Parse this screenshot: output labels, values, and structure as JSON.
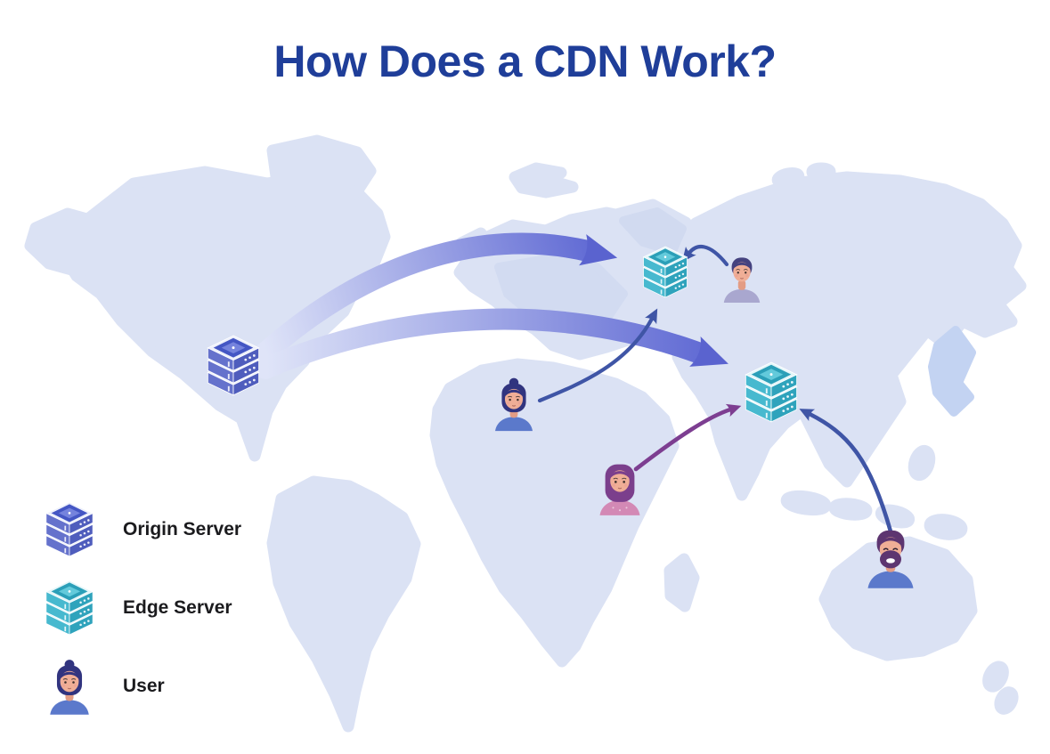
{
  "title": "How Does a CDN Work?",
  "legend": {
    "items": [
      {
        "label": "Origin Server",
        "icon": "origin-server-icon",
        "color": "#5c6bc0"
      },
      {
        "label": "Edge Server",
        "icon": "edge-server-icon",
        "color": "#46b4cc"
      },
      {
        "label": "User",
        "icon": "user-icon",
        "color": "#31347f"
      }
    ]
  },
  "colors": {
    "title_text": "#1f3e99",
    "map_land": "#dbe2f4",
    "map_land_shaded": "#cfd9f0",
    "thick_arrow_gradient_start": "#dfe4f8",
    "thick_arrow_gradient_end": "#5a64d2",
    "thin_arrow_blue": "#3f55a6",
    "thin_arrow_purple": "#7d3e91",
    "origin_server": "#5c6bc0",
    "edge_server": "#46b4cc"
  },
  "diagram": {
    "map": "world-map",
    "nodes": [
      {
        "icon": "origin-server-icon",
        "location": "north-america"
      },
      {
        "icon": "edge-server-icon",
        "location": "europe"
      },
      {
        "icon": "edge-server-icon",
        "location": "asia"
      },
      {
        "icon": "user-icon",
        "location": "russia"
      },
      {
        "icon": "user-icon",
        "location": "north-africa"
      },
      {
        "icon": "user-icon",
        "location": "east-africa"
      },
      {
        "icon": "user-icon",
        "location": "australia"
      }
    ],
    "arrows": [
      {
        "from": "origin-server",
        "to": "edge-server-europe",
        "style": "thick-gradient-blue"
      },
      {
        "from": "origin-server",
        "to": "edge-server-asia",
        "style": "thick-gradient-blue"
      },
      {
        "from": "user-russia",
        "to": "edge-server-europe",
        "style": "thin-blue"
      },
      {
        "from": "user-north-africa",
        "to": "edge-server-europe",
        "style": "thin-blue"
      },
      {
        "from": "user-east-africa",
        "to": "edge-server-asia",
        "style": "thin-purple"
      },
      {
        "from": "user-australia",
        "to": "edge-server-asia",
        "style": "thin-blue"
      }
    ]
  }
}
